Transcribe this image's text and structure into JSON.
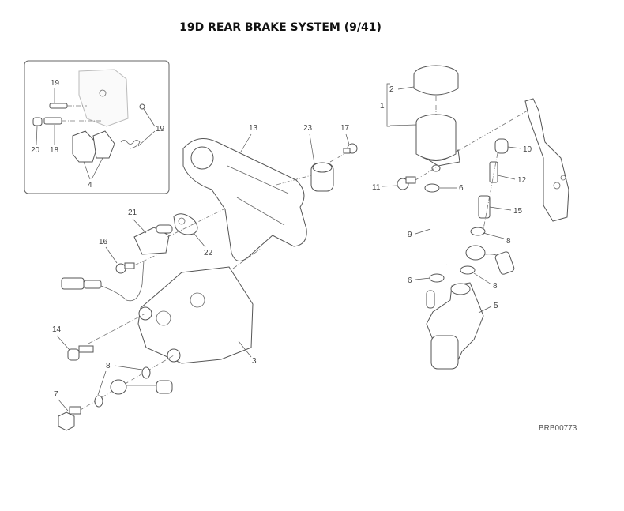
{
  "title": "19D REAR BRAKE SYSTEM (9/41)",
  "drawing_code": "BRB00773",
  "callouts": {
    "inset": [
      "19",
      "20",
      "18",
      "19",
      "4"
    ],
    "main": [
      "13",
      "23",
      "17",
      "21",
      "22",
      "16",
      "14",
      "8",
      "7",
      "3",
      "2",
      "1",
      "11",
      "6",
      "10",
      "12",
      "15",
      "9",
      "8",
      "6",
      "8",
      "5"
    ]
  }
}
